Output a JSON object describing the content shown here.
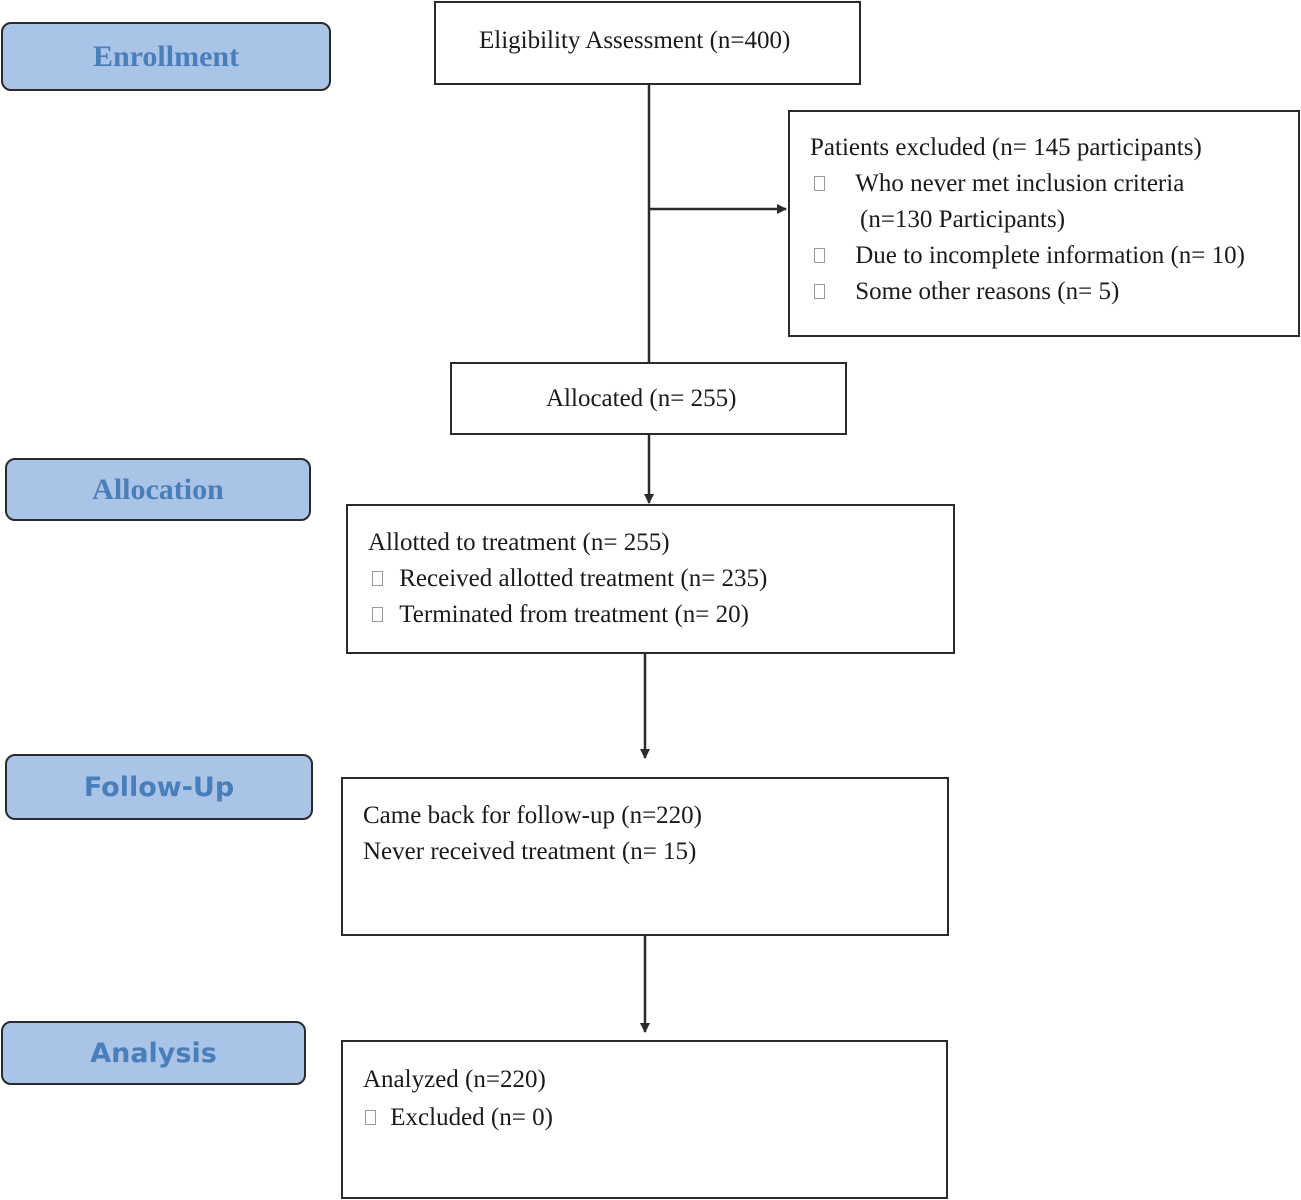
{
  "stages": {
    "enrollment": "Enrollment",
    "allocation": "Allocation",
    "follow_up": "Follow-Up",
    "analysis": "Analysis"
  },
  "eligibility": {
    "text": "Eligibility Assessment (n=400)"
  },
  "excluded": {
    "title": "Patients excluded (n= 145 participants)",
    "items": [
      "Who never met inclusion criteria",
      "(n=130 Participants)",
      "Due to incomplete information (n= 10)",
      "Some other reasons (n= 5)"
    ]
  },
  "allocated": {
    "text": "Allocated (n= 255)"
  },
  "allotted": {
    "title": "Allotted to treatment (n= 255)",
    "items": [
      "Received allotted treatment (n= 235)",
      "Terminated from treatment (n= 20)"
    ]
  },
  "followup": {
    "line1": "Came back for follow-up (n=220)",
    "line2": "Never received treatment (n= 15)"
  },
  "analysis_box": {
    "title": "Analyzed (n=220)",
    "item": "Excluded (n= 0)"
  },
  "colors": {
    "stage_fill": "#a9c4e6",
    "stage_text": "#4a7ebb",
    "line": "#2b2b2b"
  }
}
